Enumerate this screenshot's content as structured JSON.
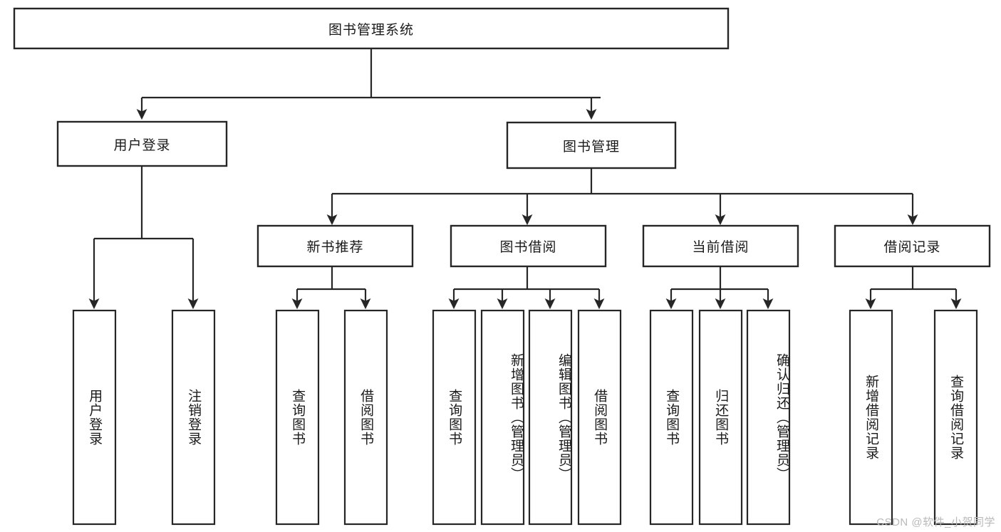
{
  "diagram": {
    "type": "tree-hierarchy",
    "orientation": "top-down",
    "colors": {
      "background": "#ffffff",
      "box_fill": "#ffffff",
      "box_stroke": "#262626",
      "edge": "#262626",
      "text": "#1a1a1a",
      "watermark": "#b9b9b9"
    },
    "root": {
      "label": "图书管理系统"
    },
    "level2": [
      {
        "label": "用户登录"
      },
      {
        "label": "图书管理"
      }
    ],
    "level3": [
      {
        "label": "新书推荐"
      },
      {
        "label": "图书借阅"
      },
      {
        "label": "当前借阅"
      },
      {
        "label": "借阅记录"
      }
    ],
    "leaves": {
      "user_login": [
        {
          "label": "用户登录"
        },
        {
          "label": "注销登录"
        }
      ],
      "new_book_recommend": [
        {
          "label": "查询图书"
        },
        {
          "label": "借阅图书"
        }
      ],
      "book_borrow": [
        {
          "label": "查询图书"
        },
        {
          "label": "新增图书（管理员）"
        },
        {
          "label": "编辑图书（管理员）"
        },
        {
          "label": "借阅图书"
        }
      ],
      "current_borrow": [
        {
          "label": "查询图书"
        },
        {
          "label": "归还图书"
        },
        {
          "label": "确认归还（管理员）"
        }
      ],
      "borrow_record": [
        {
          "label": "新增借阅记录"
        },
        {
          "label": "查询借阅记录"
        }
      ]
    },
    "watermark": "CSDN @软件_小贺同学"
  }
}
